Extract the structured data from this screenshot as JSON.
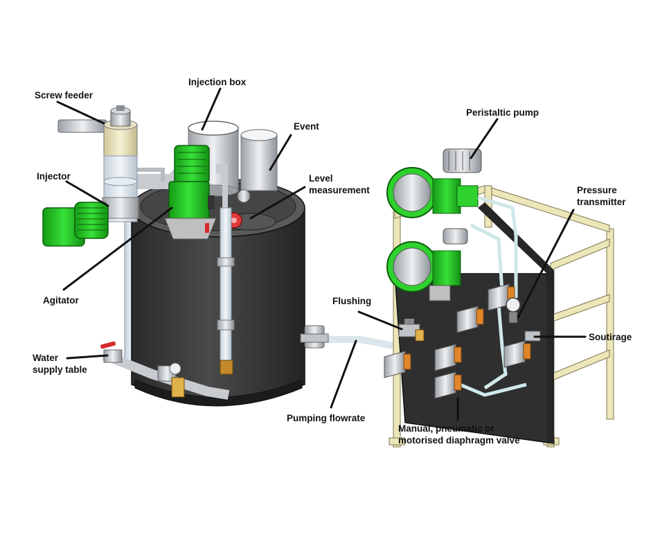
{
  "labels": {
    "screw_feeder": "Screw feeder",
    "injection_box": "Injection box",
    "event": "Event",
    "level_measurement": [
      "Level",
      "measurement"
    ],
    "injector": "Injector",
    "agitator": "Agitator",
    "water_supply_table": [
      "Water",
      "supply table"
    ],
    "pumping_flowrate": "Pumping flowrate",
    "flushing": "Flushing",
    "peristaltic_pump": "Peristaltic pump",
    "pressure_transmitter": [
      "Pressure",
      "transmitter"
    ],
    "soutirage": "Soutirage",
    "diaphragm_valve": [
      "Manual, pneumatic or",
      "motorised diaphragm valve"
    ]
  },
  "colors": {
    "tank": "#3d3d3d",
    "motor_green": "#2fd12f",
    "pipe_clear": "#d8e4ec",
    "frame": "#e8e2b4",
    "panel": "#2e2e2e",
    "valve_grey": "#c9cdd2",
    "valve_orange": "#e0862a",
    "handle_red": "#d42a2a",
    "leader_line": "#111111"
  }
}
